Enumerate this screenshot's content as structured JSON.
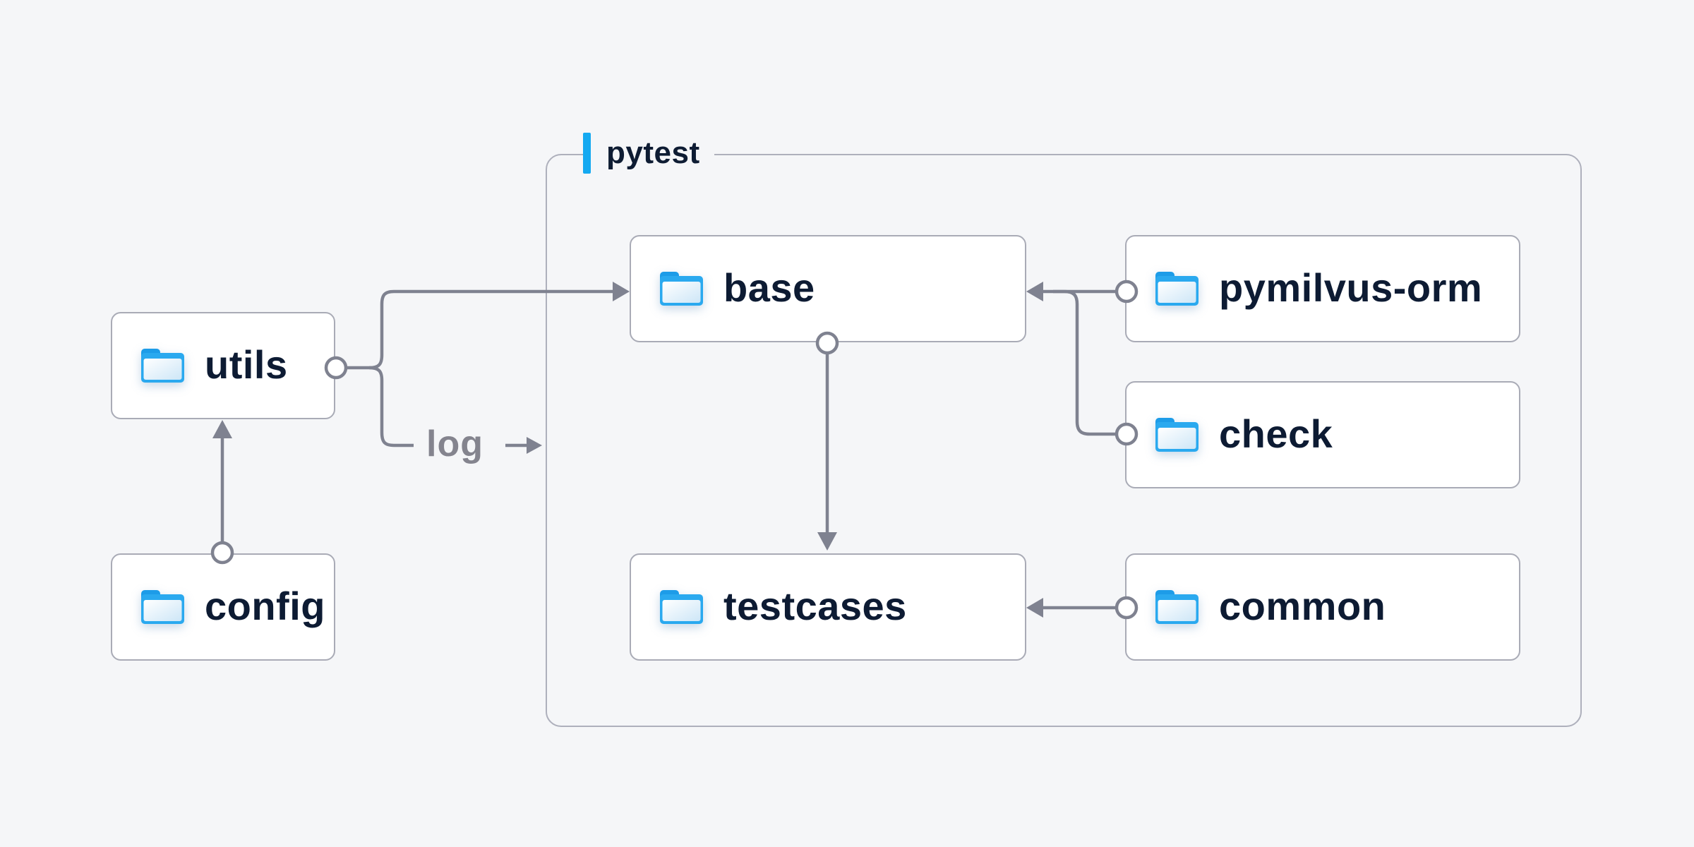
{
  "diagram": {
    "group": {
      "label": "pytest"
    },
    "nodes": {
      "utils": {
        "label": "utils",
        "icon": "folder-icon"
      },
      "config": {
        "label": "config",
        "icon": "folder-icon"
      },
      "base": {
        "label": "base",
        "icon": "folder-icon"
      },
      "pymilvus_orm": {
        "label": "pymilvus-orm",
        "icon": "folder-icon"
      },
      "check": {
        "label": "check",
        "icon": "folder-icon"
      },
      "testcases": {
        "label": "testcases",
        "icon": "folder-icon"
      },
      "common": {
        "label": "common",
        "icon": "folder-icon"
      }
    },
    "edge_label": {
      "text": "log"
    },
    "edges": [
      {
        "from": "config",
        "to": "utils"
      },
      {
        "from": "utils",
        "to": "base"
      },
      {
        "from": "utils",
        "to": "log",
        "label": "log"
      },
      {
        "from": "pymilvus-orm",
        "to": "base"
      },
      {
        "from": "check",
        "to": "base"
      },
      {
        "from": "base",
        "to": "testcases"
      },
      {
        "from": "common",
        "to": "testcases"
      }
    ],
    "colors": {
      "background": "#f5f6f8",
      "node_fill": "#ffffff",
      "node_border": "#a9abb6",
      "group_border": "#aeb0bc",
      "connector": "#7f8290",
      "accent_bar": "#14a9f1",
      "folder_blue": "#2aa9ef",
      "folder_tab": "#1d9ce8",
      "text_dark": "#0d1b33",
      "text_muted": "#84848e"
    }
  }
}
